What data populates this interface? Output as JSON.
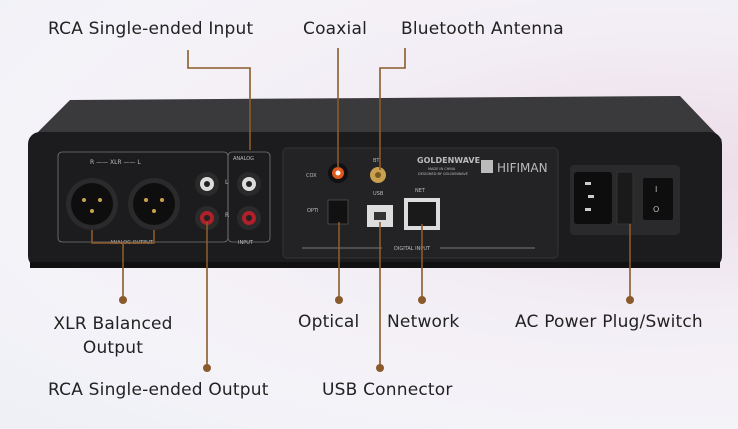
{
  "labels": {
    "rca_input": "RCA Single-ended Input",
    "coaxial": "Coaxial",
    "bluetooth": "Bluetooth Antenna",
    "xlr_line1": "XLR Balanced",
    "xlr_line2": "Output",
    "optical": "Optical",
    "network": "Network",
    "ac_power": "AC Power Plug/Switch",
    "rca_output": "RCA Single-ended Output",
    "usb": "USB Connector"
  },
  "panel": {
    "xlr_header": "R —— XLR —— L",
    "analog_output": "ANALOG OUTPUT",
    "analog": "ANALOG",
    "input": "INPUT",
    "rca_l": "L",
    "rca_r": "R",
    "cox": "COX",
    "bt": "BT",
    "usb": "USB",
    "opti": "OPTI",
    "net": "NET",
    "digital_input": "DIGITAL INPUT",
    "brand1": "GOLDENWAVE",
    "made_in": "MADE IN CHINA",
    "designed_by": "DESIGNED BY GOLDENWAVE",
    "brand2": "HIFIMAN",
    "switch_on": "I",
    "switch_off": "O"
  },
  "colors": {
    "leader": "#8a5a2c",
    "device": "#1d1d1f",
    "text": "#222222"
  }
}
